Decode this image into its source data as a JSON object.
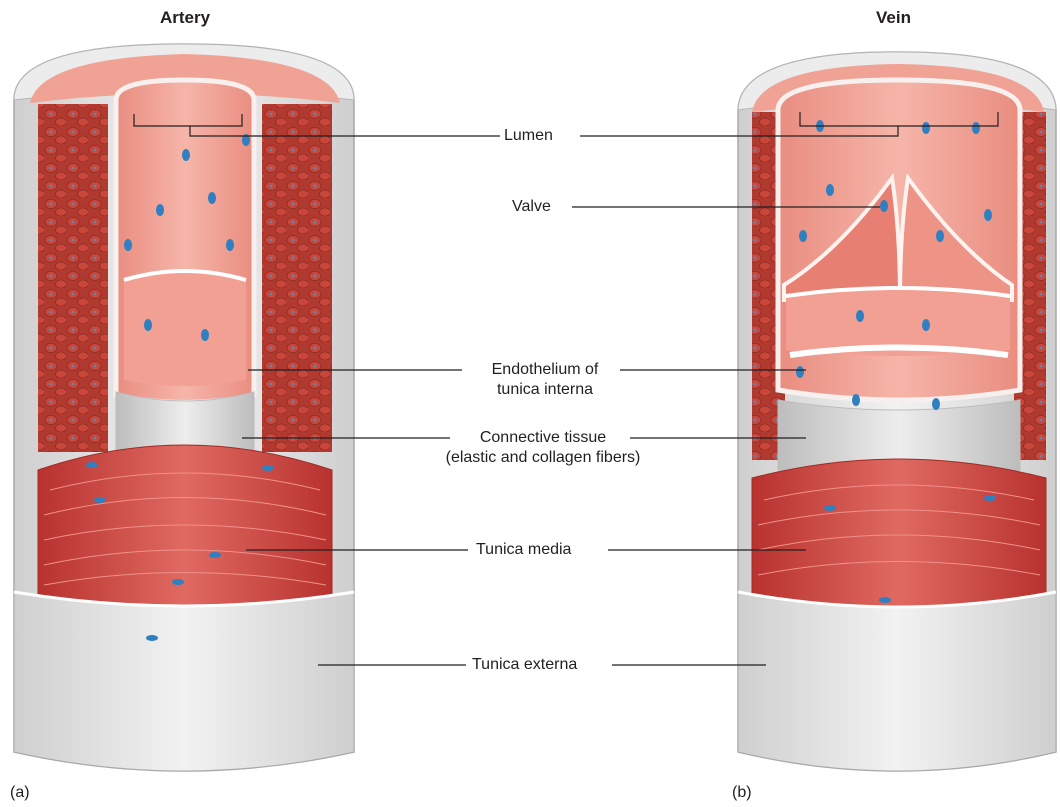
{
  "figure": {
    "artery_title": "Artery",
    "vein_title": "Vein",
    "panel_a": "(a)",
    "panel_b": "(b)"
  },
  "labels": {
    "lumen": "Lumen",
    "valve": "Valve",
    "endothelium_line1": "Endothelium of",
    "endothelium_line2": "tunica interna",
    "connective_line1": "Connective tissue",
    "connective_line2": "(elastic and collagen fibers)",
    "tunica_media": "Tunica media",
    "tunica_externa": "Tunica externa"
  },
  "colors": {
    "muscle": "#d9534f",
    "muscle_dark": "#b8322f",
    "endothelium": "#f3a79a",
    "nucleus": "#2f7fc1",
    "connective": "#d9d9d9",
    "externa": "#e6e6e6",
    "leader_line": "#231f20"
  }
}
